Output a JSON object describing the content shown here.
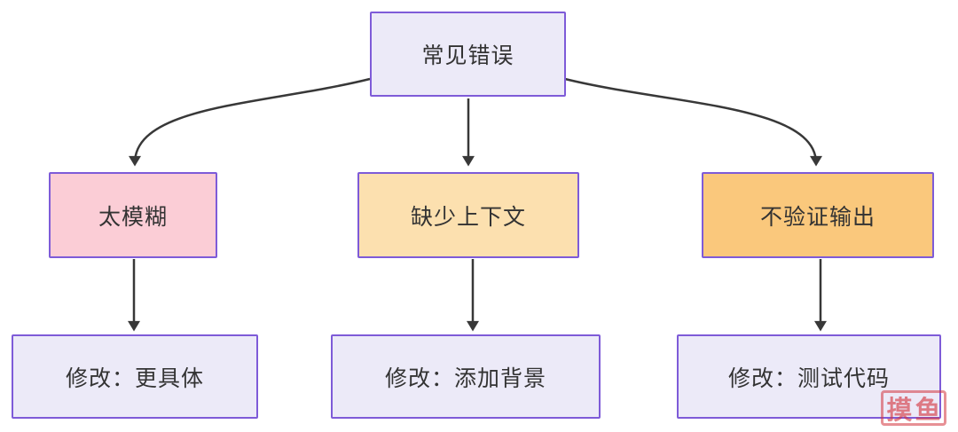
{
  "canvas": {
    "background": "#ffffff"
  },
  "colors": {
    "node_border": "#7E5BD8",
    "arrow": "#383838",
    "text": "#333333",
    "watermark_red": "#D3343E"
  },
  "diagram": {
    "type": "flowchart",
    "nodes": [
      {
        "id": "root",
        "label": "常见错误",
        "fill": "#ECEAF8"
      },
      {
        "id": "too-vague",
        "label": "太模糊",
        "fill": "#FBCDD6"
      },
      {
        "id": "missing-context",
        "label": "缺少上下文",
        "fill": "#FCE0AF"
      },
      {
        "id": "no-validation",
        "label": "不验证输出",
        "fill": "#FAC87C"
      },
      {
        "id": "fix-specific",
        "label": "修改：更具体",
        "fill": "#ECEAF8"
      },
      {
        "id": "fix-background",
        "label": "修改：添加背景",
        "fill": "#ECEAF8"
      },
      {
        "id": "fix-test",
        "label": "修改：测试代码",
        "fill": "#ECEAF8"
      }
    ],
    "edges": [
      {
        "from": "root",
        "to": "too-vague"
      },
      {
        "from": "root",
        "to": "missing-context"
      },
      {
        "from": "root",
        "to": "no-validation"
      },
      {
        "from": "too-vague",
        "to": "fix-specific"
      },
      {
        "from": "missing-context",
        "to": "fix-background"
      },
      {
        "from": "no-validation",
        "to": "fix-test"
      }
    ]
  },
  "watermark": {
    "text": "摸鱼"
  }
}
